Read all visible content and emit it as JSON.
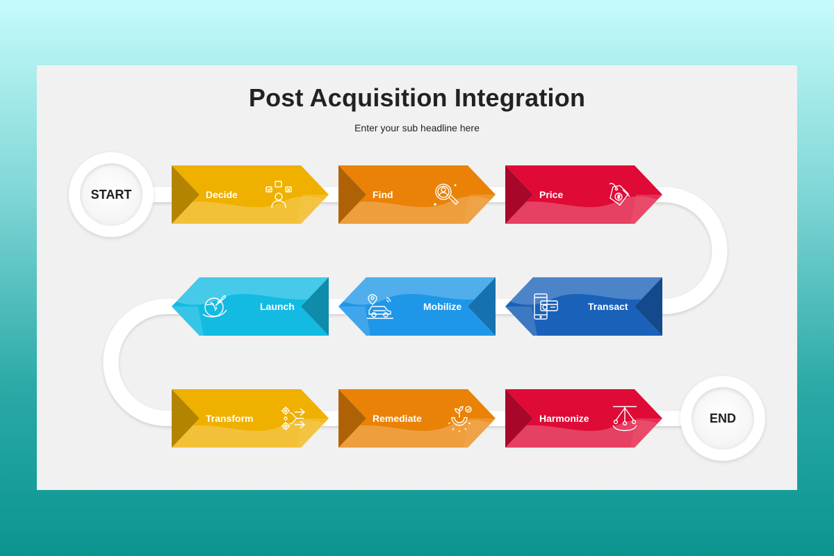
{
  "title": "Post Acquisition Integration",
  "subtitle": "Enter your sub headline here",
  "start_label": "START",
  "end_label": "END",
  "steps": [
    {
      "label": "Decide",
      "icon": "decision-person-icon",
      "color": "#efb000"
    },
    {
      "label": "Find",
      "icon": "search-person-icon",
      "color": "#e98206"
    },
    {
      "label": "Price",
      "icon": "price-tags-icon",
      "color": "#df0a36"
    },
    {
      "label": "Transact",
      "icon": "mobile-payment-icon",
      "color": "#1a61b9"
    },
    {
      "label": "Mobilize",
      "icon": "car-location-icon",
      "color": "#1f97e8"
    },
    {
      "label": "Launch",
      "icon": "rocket-globe-icon",
      "color": "#13bbe3"
    },
    {
      "label": "Transform",
      "icon": "transform-gears-icon",
      "color": "#efb000"
    },
    {
      "label": "Remediate",
      "icon": "gear-growth-icon",
      "color": "#e98206"
    },
    {
      "label": "Harmonize",
      "icon": "pendulum-balance-icon",
      "color": "#df0a36"
    }
  ]
}
